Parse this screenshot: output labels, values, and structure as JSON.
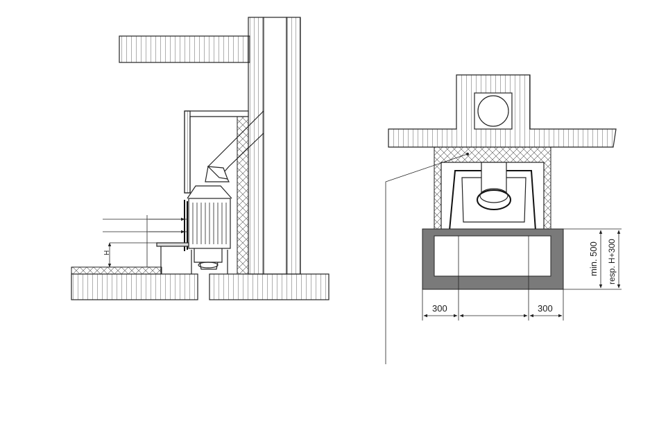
{
  "left_view": {
    "height_label": "H"
  },
  "right_view": {
    "dim_left": "300",
    "dim_right": "300",
    "dim_vertical_main": "min. 500",
    "dim_vertical_alt": "resp. H+300"
  }
}
